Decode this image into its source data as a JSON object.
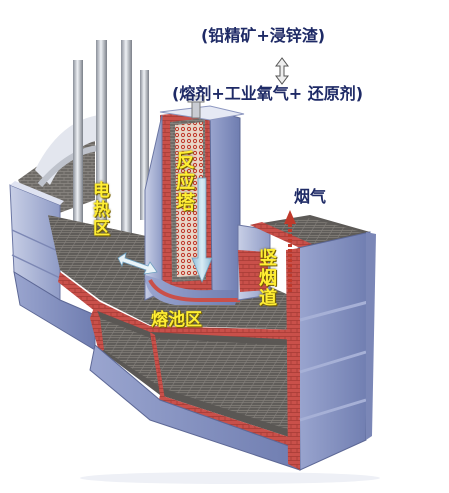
{
  "labels": {
    "feed_top": "(铅精矿+浸锌渣)",
    "feed_mid": "(熔剂+工业氧气+ 还原剂)",
    "reactor": "反应塔",
    "heating_zone": "电热区",
    "molten_pool": "熔池区",
    "vertical_flue": "竖烟道",
    "flue_gas": "烟气"
  },
  "colors": {
    "label_dark": "#1e2a66",
    "label_light": "#ffee33",
    "refractory": "#c9504a",
    "shell": "#aab4d6",
    "arrow": "#a9cde2"
  },
  "icons": {
    "flow_link": "double-headed-vertical-arrow",
    "zone_link": "double-headed-diagonal-arrow",
    "flow_down": "down-arrow",
    "flow_up": "up-arrow"
  }
}
